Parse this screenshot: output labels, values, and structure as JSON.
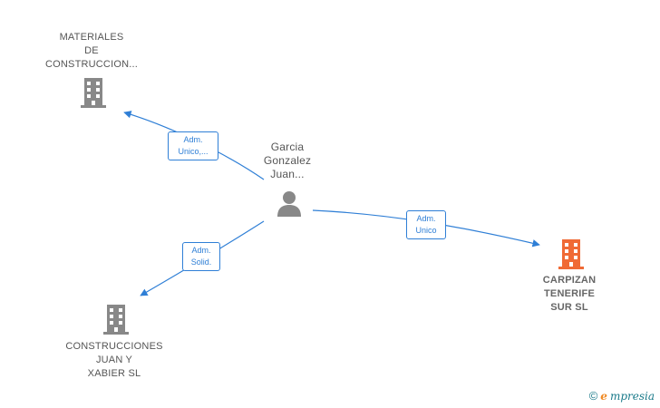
{
  "nodes": {
    "materiales": {
      "label": "MATERIALES\nDE\nCONSTRUCCION...",
      "icon": "building-icon",
      "color": "#888888"
    },
    "person": {
      "label": "Garcia\nGonzalez\nJuan...",
      "icon": "person-icon",
      "color": "#888888"
    },
    "carpizan": {
      "label": "CARPIZAN\nTENERIFE\nSUR  SL",
      "icon": "building-icon",
      "color": "#f06a35"
    },
    "construcciones": {
      "label": "CONSTRUCCIONES\nJUAN Y\nXABIER  SL",
      "icon": "building-icon",
      "color": "#888888"
    }
  },
  "edges": [
    {
      "from": "person",
      "to": "materiales",
      "label": "Adm.\nUnico,..."
    },
    {
      "from": "person",
      "to": "construcciones",
      "label": "Adm.\nSolid."
    },
    {
      "from": "person",
      "to": "carpizan",
      "label": "Adm.\nUnico"
    }
  ],
  "colors": {
    "edge": "#2f7fd6"
  },
  "brand": {
    "copyright": "©",
    "e": "e",
    "name": "mpresia"
  }
}
